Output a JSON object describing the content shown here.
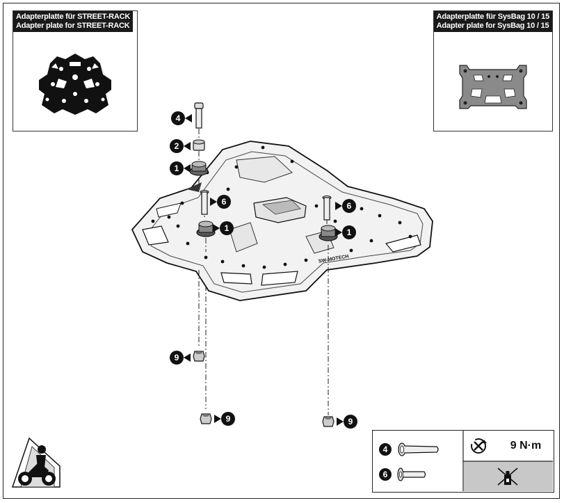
{
  "adapter_street_rack": {
    "title_de": "Adapterplatte für STREET-RACK",
    "title_en": "Adapter plate for STREET-RACK"
  },
  "adapter_sysbag": {
    "title_de": "Adapterplatte für SysBag 10 / 15",
    "title_en": "Adapter plate for SysBag 10 / 15"
  },
  "callouts": {
    "screw": "4",
    "spacer": "2",
    "bushing": "1",
    "bolt": "6",
    "nut": "9"
  },
  "rack_logo": "SW-MOTECH",
  "spec_table": {
    "torque_value": "9 N·m",
    "part_a": "4",
    "part_b": "6"
  },
  "icons": {
    "torque": "torque-wrench-icon",
    "no_thread_lock": "no-thread-locker-icon",
    "motorcycle": "motorcycle-rider-icon"
  }
}
